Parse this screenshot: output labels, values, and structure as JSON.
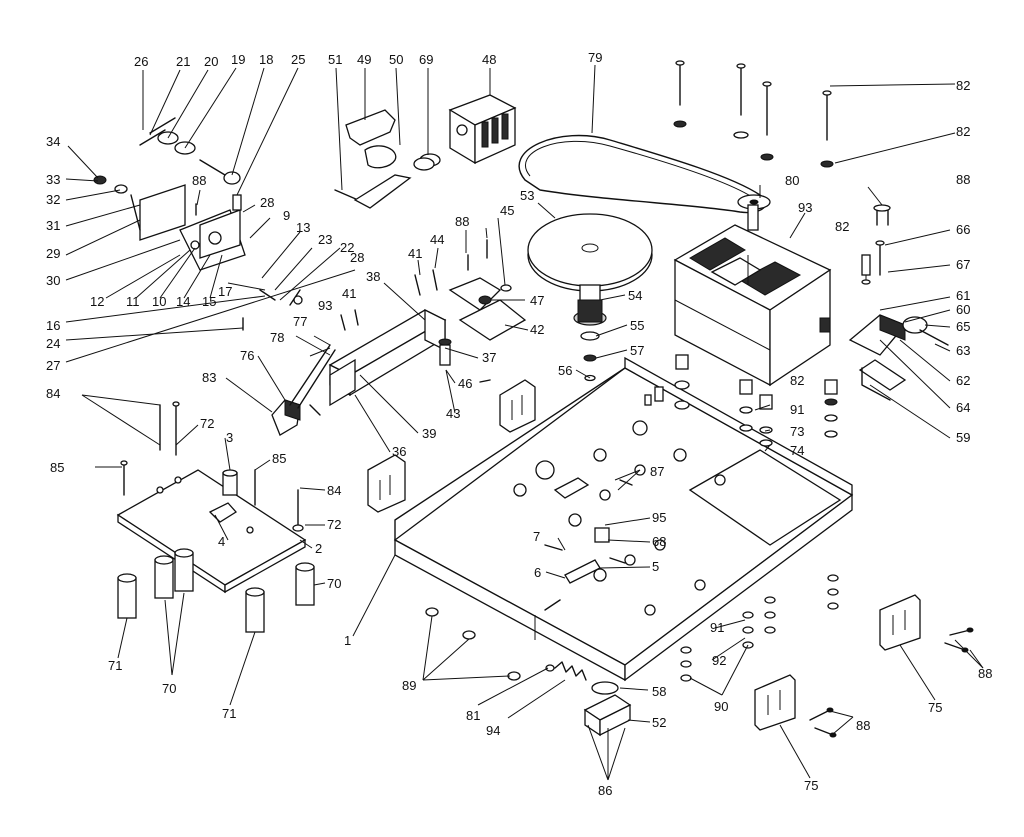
{
  "labels": {
    "l26": "26",
    "l21": "21",
    "l20": "20",
    "l19": "19",
    "l18": "18",
    "l25": "25",
    "l51": "51",
    "l49": "49",
    "l50": "50",
    "l69": "69",
    "l48": "48",
    "l79": "79",
    "l82a": "82",
    "l82b": "82",
    "l82c": "82",
    "l82d": "82",
    "l34": "34",
    "l33": "33",
    "l32": "32",
    "l31": "31",
    "l29": "29",
    "l30": "30",
    "l88a": "88",
    "l88b": "88",
    "l88c": "88",
    "l88d": "88",
    "l88e": "88",
    "l28a": "28",
    "l28b": "28",
    "l9": "9",
    "l13": "13",
    "l23": "23",
    "l22": "22",
    "l12": "12",
    "l11": "11",
    "l10": "10",
    "l14": "14",
    "l15": "15",
    "l17": "17",
    "l16": "16",
    "l24": "24",
    "l27": "27",
    "l45": "45",
    "l53": "53",
    "l80": "80",
    "l93a": "93",
    "l93b": "93",
    "l66": "66",
    "l67": "67",
    "l61": "61",
    "l60": "60",
    "l65": "65",
    "l63": "63",
    "l62": "62",
    "l64": "64",
    "l59": "59",
    "l41a": "41",
    "l41b": "41",
    "l44": "44",
    "l38": "38",
    "l47": "47",
    "l54": "54",
    "l42": "42",
    "l55": "55",
    "l57": "57",
    "l77": "77",
    "l78": "78",
    "l37": "37",
    "l56": "56",
    "l46": "46",
    "l43": "43",
    "l76": "76",
    "l83": "83",
    "l39": "39",
    "l36": "36",
    "l91a": "91",
    "l91b": "91",
    "l73": "73",
    "l74": "74",
    "l84a": "84",
    "l84b": "84",
    "l72a": "72",
    "l72b": "72",
    "l3": "3",
    "l85a": "85",
    "l85b": "85",
    "l87": "87",
    "l95": "95",
    "l68": "68",
    "l4": "4",
    "l2": "2",
    "l7": "7",
    "l6": "6",
    "l5": "5",
    "l70a": "70",
    "l70b": "70",
    "l71a": "71",
    "l71b": "71",
    "l1": "1",
    "l92": "92",
    "l90": "90",
    "l89": "89",
    "l81": "81",
    "l94": "94",
    "l58": "58",
    "l52": "52",
    "l86": "86",
    "l75a": "75",
    "l75b": "75"
  }
}
